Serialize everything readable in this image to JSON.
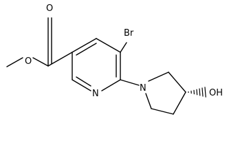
{
  "structure": {
    "atoms": {
      "o_carbonyl": "O",
      "o_ester": "O",
      "br": "Br",
      "n_ring": "N",
      "n_pyrrolidine": "N",
      "oh": "OH"
    }
  }
}
